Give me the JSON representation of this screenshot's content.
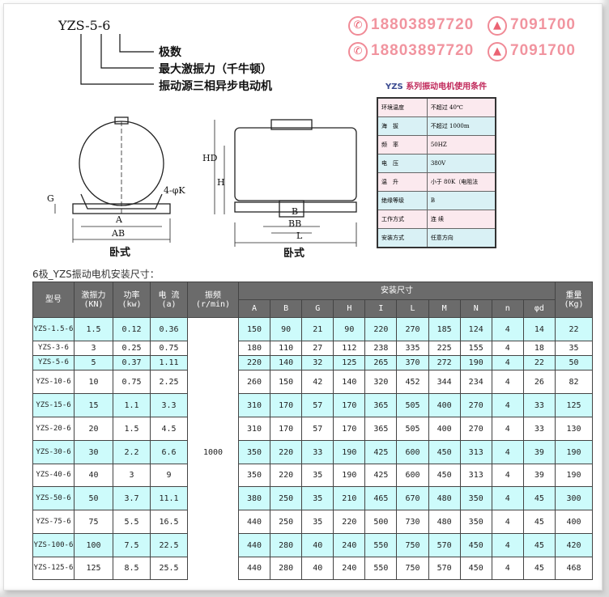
{
  "model_code": {
    "code": "YZS-5-6",
    "legend": [
      "极数",
      "最大激振力（千牛顿）",
      "振动源三相异步电动机"
    ]
  },
  "diagram": {
    "left": {
      "labels": {
        "G": "G",
        "K": "4-φK",
        "A": "A",
        "AB": "AB"
      },
      "caption": "卧式"
    },
    "right": {
      "labels": {
        "HD": "HD",
        "H": "H",
        "B": "B",
        "BB": "BB",
        "L": "L"
      },
      "caption": "卧式"
    }
  },
  "conditions": {
    "title_prefix": "YZS",
    "title": "系列振动电机使用条件",
    "rows": [
      {
        "k": "环境温度",
        "v": "不超过 40℃"
      },
      {
        "k": "海　拔",
        "v": "不超过 1000m"
      },
      {
        "k": "频　率",
        "v": "50HZ"
      },
      {
        "k": "电　压",
        "v": "380V"
      },
      {
        "k": "温　升",
        "v": "小于 80K（电阻法"
      },
      {
        "k": "绝缘等级",
        "v": "B"
      },
      {
        "k": "工作方式",
        "v": "连 续"
      },
      {
        "k": "安装方式",
        "v": "任意方向"
      }
    ]
  },
  "section_title": "6极_YZS振动电机安装尺寸：",
  "table": {
    "headers": {
      "model": "型号",
      "force": "激振力 (KN)",
      "power": "功率 (kw)",
      "current": "电 流(a)",
      "freq": "振频 (r/min)",
      "install": "安装尺寸",
      "weight": "重量 (Kg)"
    },
    "sub_headers": [
      "A",
      "B",
      "G",
      "H",
      "I",
      "L",
      "M",
      "N",
      "n",
      "φd"
    ],
    "frequency": "1000",
    "rows": [
      [
        "YZS-1.5-6",
        "1.5",
        "0.12",
        "0.36",
        "150",
        "90",
        "21",
        "90",
        "220",
        "270",
        "185",
        "124",
        "4",
        "14",
        "22"
      ],
      [
        "YZS-3-6",
        "3",
        "0.25",
        "0.75",
        "180",
        "110",
        "27",
        "112",
        "238",
        "335",
        "225",
        "155",
        "4",
        "18",
        "35"
      ],
      [
        "YZS-5-6",
        "5",
        "0.37",
        "1.11",
        "220",
        "140",
        "32",
        "125",
        "265",
        "370",
        "272",
        "190",
        "4",
        "22",
        "50"
      ],
      [
        "YZS-10-6",
        "10",
        "0.75",
        "2.25",
        "260",
        "150",
        "42",
        "140",
        "320",
        "452",
        "344",
        "234",
        "4",
        "26",
        "82"
      ],
      [
        "YZS-15-6",
        "15",
        "1.1",
        "3.3",
        "310",
        "170",
        "57",
        "170",
        "365",
        "505",
        "400",
        "270",
        "4",
        "33",
        "125"
      ],
      [
        "YZS-20-6",
        "20",
        "1.5",
        "4.5",
        "310",
        "170",
        "57",
        "170",
        "365",
        "505",
        "400",
        "270",
        "4",
        "33",
        "130"
      ],
      [
        "YZS-30-6",
        "30",
        "2.2",
        "6.6",
        "350",
        "220",
        "33",
        "190",
        "425",
        "600",
        "450",
        "313",
        "4",
        "39",
        "190"
      ],
      [
        "YZS-40-6",
        "40",
        "3",
        "9",
        "350",
        "220",
        "35",
        "190",
        "425",
        "600",
        "450",
        "313",
        "4",
        "39",
        "190"
      ],
      [
        "YZS-50-6",
        "50",
        "3.7",
        "11.1",
        "380",
        "250",
        "35",
        "210",
        "465",
        "670",
        "480",
        "350",
        "4",
        "45",
        "300"
      ],
      [
        "YZS-75-6",
        "75",
        "5.5",
        "16.5",
        "440",
        "250",
        "35",
        "220",
        "500",
        "730",
        "480",
        "350",
        "4",
        "45",
        "400"
      ],
      [
        "YZS-100-6",
        "100",
        "7.5",
        "22.5",
        "440",
        "280",
        "40",
        "240",
        "550",
        "750",
        "570",
        "450",
        "4",
        "45",
        "420"
      ],
      [
        "YZS-125-6",
        "125",
        "8.5",
        "25.5",
        "440",
        "280",
        "40",
        "240",
        "550",
        "750",
        "570",
        "450",
        "4",
        "45",
        "468"
      ]
    ]
  },
  "watermark": {
    "phone": "18803897720",
    "qq": "7091700",
    "phone_icon": "phone-icon",
    "qq_icon": "qq-icon"
  }
}
